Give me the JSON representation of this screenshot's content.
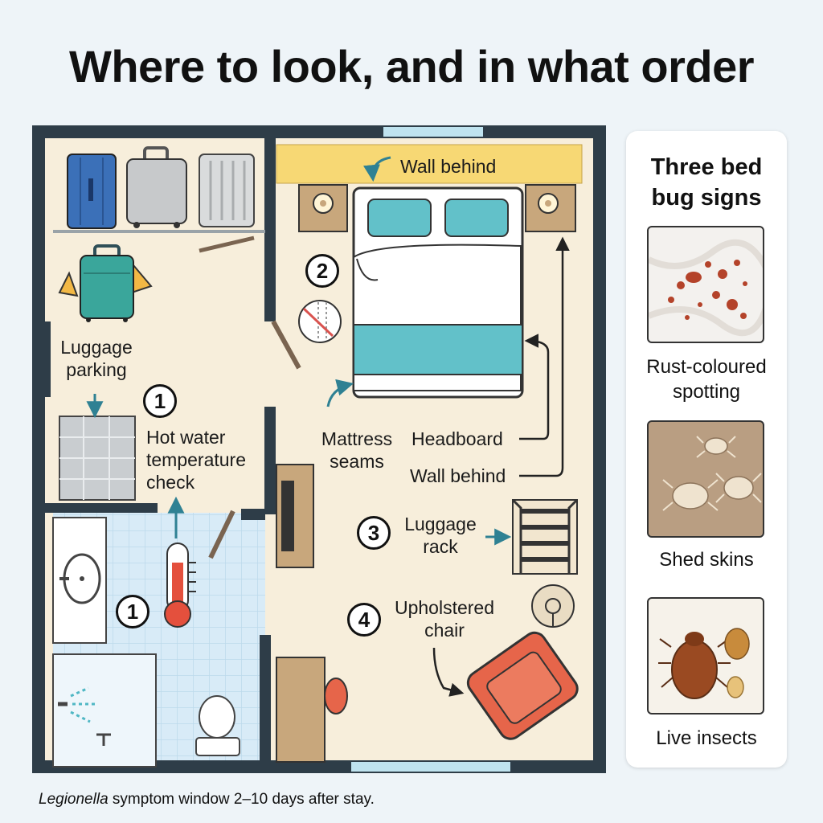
{
  "title": "Where to look, and in what order",
  "plan": {
    "luggage_parking": "Luggage\nparking",
    "hot_water_number": "1",
    "hot_water_label": "Hot water\ntemperature\ncheck",
    "thermometer_number": "1",
    "wall_behind_top": "Wall behind",
    "bed_number": "2",
    "mattress_seams": "Mattress\nseams",
    "headboard": "Headboard",
    "wall_behind": "Wall behind",
    "luggage_rack_number": "3",
    "luggage_rack": "Luggage\nrack",
    "chair_number": "4",
    "upholstered_chair": "Upholstered\nchair"
  },
  "signs": {
    "title": "Three bed\nbug signs",
    "items": [
      {
        "caption": "Rust-coloured\nspotting",
        "icon": "rust-spots-photo"
      },
      {
        "caption": "Shed skins",
        "icon": "shed-skins-photo"
      },
      {
        "caption": "Live insects",
        "icon": "live-insects-photo"
      }
    ]
  },
  "footnote": {
    "italic": "Legionella",
    "rest": " symptom window 2–10 days after stay."
  },
  "colors": {
    "wall": "#2e3d48",
    "floor": "#f7eedb",
    "tile": "#d6eaf6",
    "accent_teal": "#62c1c9",
    "wall_highlight": "#f7d874",
    "chair": "#e6654a"
  }
}
